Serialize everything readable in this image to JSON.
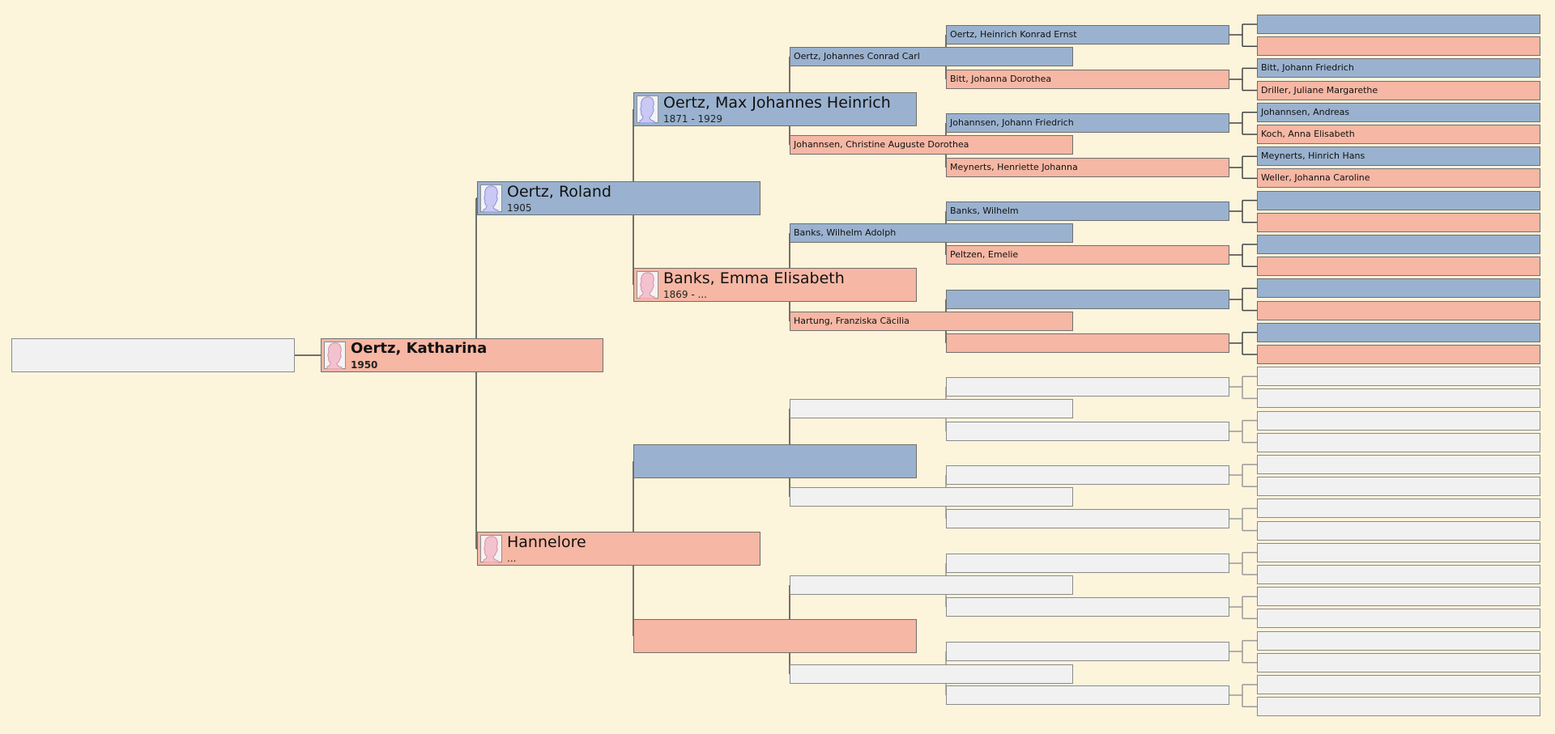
{
  "colors": {
    "background": "#fdf4dc",
    "male": "#9ab2cf",
    "female": "#f6b7a4",
    "empty": "#f1f1f1",
    "line_dark": "#444444",
    "line_light": "#9a9a9a"
  },
  "icons": {
    "male": "male-silhouette-icon",
    "female": "female-silhouette-icon"
  },
  "people": {
    "child": {
      "name": "",
      "dates": ""
    },
    "root": {
      "name": "Oertz, Katharina",
      "dates": "1950"
    },
    "father": {
      "name": "Oertz, Roland",
      "dates": "1905"
    },
    "mother": {
      "name": "Hannelore",
      "dates": "..."
    },
    "ff": {
      "name": "Oertz, Max Johannes Heinrich",
      "dates": "1871 - 1929"
    },
    "fm": {
      "name": "Banks, Emma Elisabeth",
      "dates": "1869 - ..."
    },
    "mf": {
      "name": "",
      "dates": ""
    },
    "mm": {
      "name": "",
      "dates": ""
    },
    "fff": {
      "name": "Oertz, Johannes Conrad Carl"
    },
    "ffm": {
      "name": "Johannsen, Christine Auguste Dorothea"
    },
    "fmf": {
      "name": "Banks, Wilhelm Adolph"
    },
    "fmm": {
      "name": "Hartung, Franziska Cäcilia"
    },
    "g4_0": {
      "name": "Oertz, Heinrich Konrad Ernst"
    },
    "g4_1": {
      "name": "Bitt, Johanna Dorothea"
    },
    "g4_2": {
      "name": "Johannsen, Johann Friedrich"
    },
    "g4_3": {
      "name": "Meynerts, Henriette Johanna"
    },
    "g4_4": {
      "name": "Banks, Wilhelm"
    },
    "g4_5": {
      "name": "Peltzen, Emelie"
    },
    "g4_6": {
      "name": ""
    },
    "g4_7": {
      "name": ""
    },
    "g5_2": {
      "name": "Bitt, Johann Friedrich"
    },
    "g5_3": {
      "name": "Driller, Juliane Margarethe"
    },
    "g5_4": {
      "name": "Johannsen, Andreas"
    },
    "g5_5": {
      "name": "Koch, Anna Elisabeth"
    },
    "g5_6": {
      "name": "Meynerts, Hinrich Hans"
    },
    "g5_7": {
      "name": "Weller, Johanna Caroline"
    }
  }
}
